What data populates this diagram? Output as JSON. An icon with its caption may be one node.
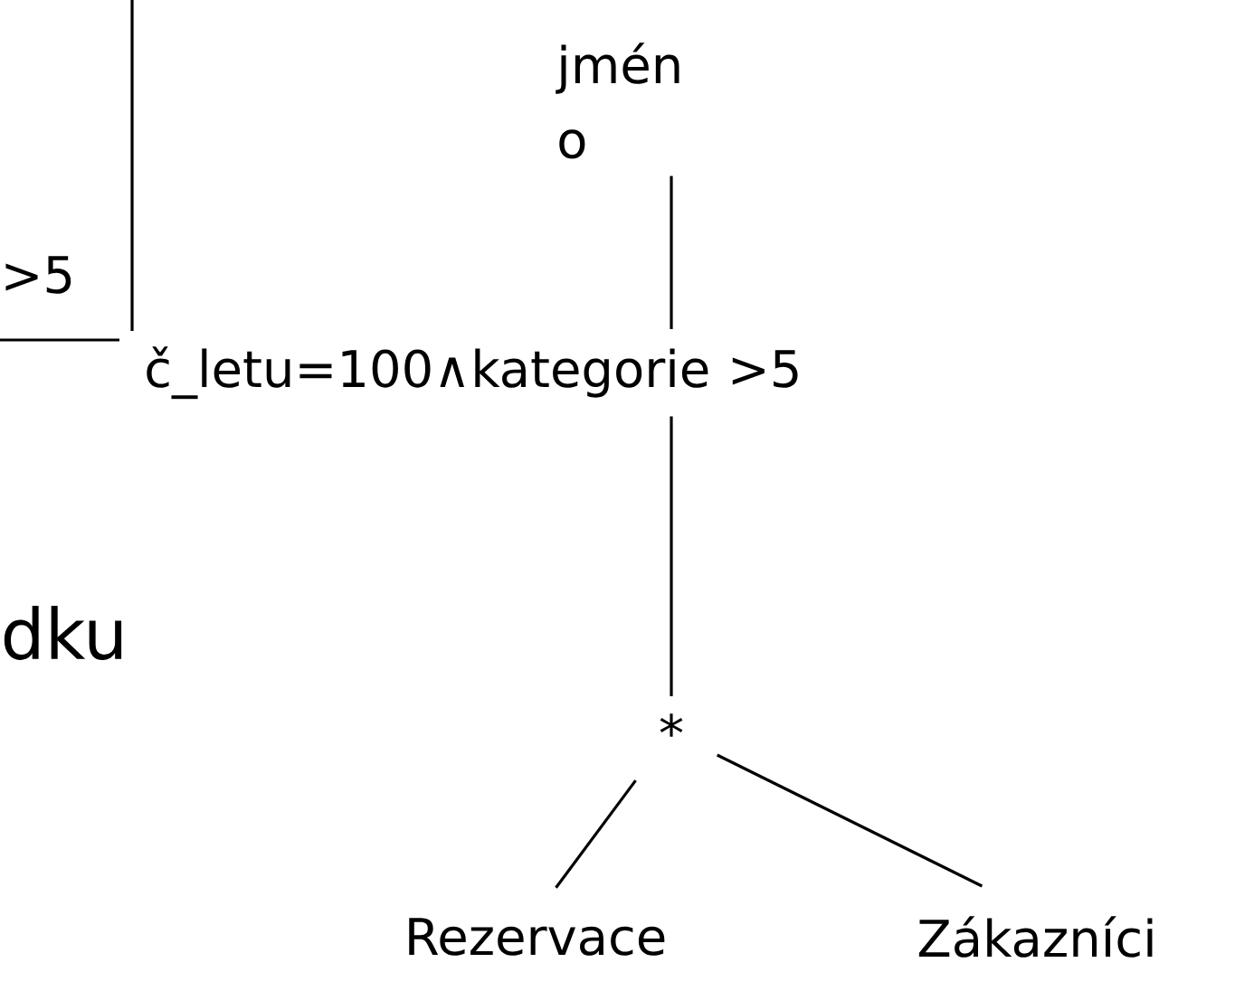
{
  "diagram": {
    "nodes": [
      {
        "text": [
          "jmén o"
        ]
      },
      {
        "text": [
          "č_letu=100∧kategorie >5"
        ]
      },
      {
        "text": [
          "*"
        ]
      },
      {
        "text": [
          "Rezervace"
        ]
      },
      {
        "text": [
          "Zákazníci"
        ]
      }
    ],
    "edges": [
      {
        "from": 0,
        "to": 1,
        "arrow": "none"
      },
      {
        "from": 1,
        "to": 2,
        "arrow": "none"
      },
      {
        "from": 2,
        "to": 3,
        "arrow": "none"
      },
      {
        "from": 2,
        "to": 4,
        "arrow": "none"
      }
    ],
    "labels": [
      ">5",
      "dku"
    ]
  }
}
